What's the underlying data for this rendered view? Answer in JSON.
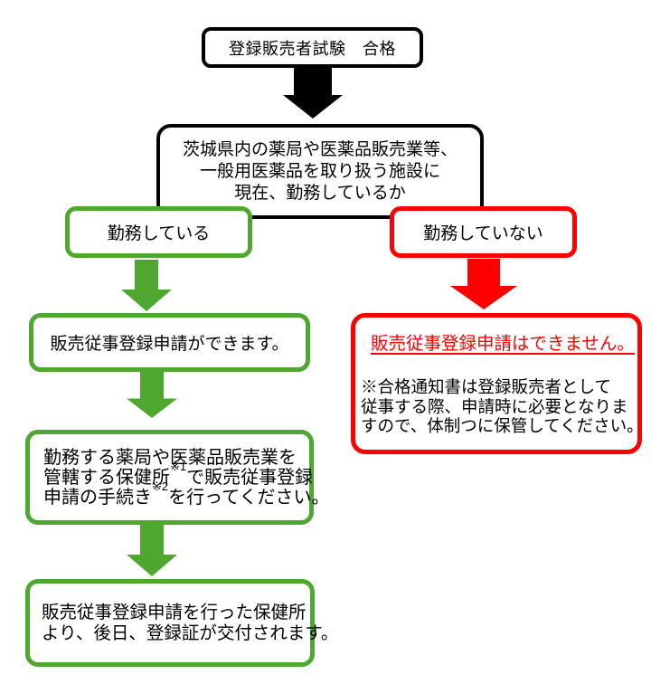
{
  "colors": {
    "black": "#000000",
    "green": "#4ea72e",
    "red": "#ff0000"
  },
  "flow": {
    "start_label": "登録販売者試験　合格",
    "question": {
      "lines": [
        "茨城県内の薬局や医薬品販売業等、",
        "一般用医薬品を取り扱う施設に",
        "現在、勤務しているか"
      ]
    },
    "branch_yes_label": "勤務している",
    "branch_no_label": "勤務していない",
    "step1_label": "販売従事登録申請ができます。",
    "step2": {
      "l1": "勤務する薬局や医薬品販売業を",
      "l2a": "管轄する保健所",
      "sup1": "※1",
      "l2b": "で販売従事登録",
      "l3a": "申請の手続き",
      "sup2": "※2",
      "l3b": "を行ってください。"
    },
    "step3": {
      "lines": [
        "販売従事登録申請を行った保健所",
        "より、後日、登録証が交付されます。"
      ]
    },
    "no_result": {
      "title": "販売従事登録申請はできません。",
      "note_lines": [
        "※合格通知書は登録販売者として",
        "従事する際、申請時に必要となりま",
        "すので、体制つに保管してください。"
      ]
    }
  }
}
